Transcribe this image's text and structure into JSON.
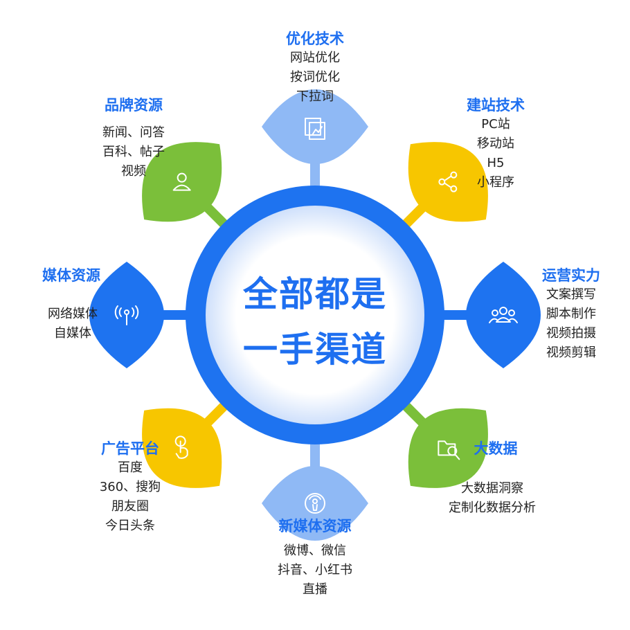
{
  "center": {
    "line1": "全部都是",
    "line2": "一手渠道"
  },
  "colors": {
    "blue": "#1e73f0",
    "light_blue": "#8fb9f5",
    "yellow": "#f7c600",
    "green": "#7bbf3a"
  },
  "nodes": [
    {
      "id": "youhua",
      "title": "优化技术",
      "items": [
        "网站优化",
        "按词优化",
        "下拉词"
      ],
      "color": "light_blue",
      "icon": "chart-icon"
    },
    {
      "id": "jianzhan",
      "title": "建站技术",
      "items": [
        "PC站",
        "移动站",
        "H5",
        "小程序"
      ],
      "color": "yellow",
      "icon": "share-icon"
    },
    {
      "id": "yunying",
      "title": "运营实力",
      "items": [
        "文案撰写",
        "脚本制作",
        "视频拍摄",
        "视频剪辑"
      ],
      "color": "blue",
      "icon": "team-icon"
    },
    {
      "id": "dashuju",
      "title": "大数据",
      "items": [
        "大数据洞察",
        "定制化数据分析"
      ],
      "color": "green",
      "icon": "folder-search-icon"
    },
    {
      "id": "xinmeiti",
      "title": "新媒体资源",
      "items": [
        "微博、微信",
        "抖音、小红书",
        "直播"
      ],
      "color": "light_blue",
      "icon": "podcast-icon"
    },
    {
      "id": "guanggao",
      "title": "广告平台",
      "items": [
        "百度",
        "360、搜狗",
        "朋友圈",
        "今日头条"
      ],
      "color": "yellow",
      "icon": "touch-icon"
    },
    {
      "id": "meiti",
      "title": "媒体资源",
      "items": [
        "网络媒体",
        "自媒体"
      ],
      "color": "blue",
      "icon": "broadcast-icon"
    },
    {
      "id": "pinpai",
      "title": "品牌资源",
      "items": [
        "新闻、问答",
        "百科、帖子",
        "视频"
      ],
      "color": "green",
      "icon": "user-icon"
    }
  ]
}
